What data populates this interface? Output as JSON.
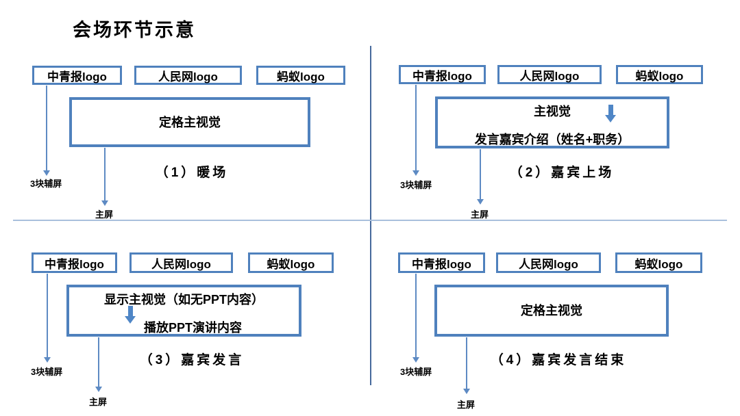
{
  "slide": {
    "title": "会场环节示意"
  },
  "logos": [
    "中青报logo",
    "人民网logo",
    "蚂蚁logo"
  ],
  "screen_labels": {
    "aux": "3块辅屏",
    "main": "主屏"
  },
  "quadrants": [
    {
      "caption": "（1）暖场",
      "box_lines": [
        "定格主视觉"
      ]
    },
    {
      "caption": "（2）嘉宾上场",
      "box_lines": [
        "主视觉",
        "发言嘉宾介绍（姓名+职务）"
      ]
    },
    {
      "caption": "（3）嘉宾发言",
      "box_lines": [
        "显示主视觉（如无PPT内容）",
        "播放PPT演讲内容"
      ]
    },
    {
      "caption": "（4）嘉宾发言结束",
      "box_lines": [
        "定格主视觉"
      ]
    }
  ],
  "colors": {
    "box_border": "#4f81bd",
    "thin_arrow": "#5d8ac3",
    "block_arrow": "#4f86c6",
    "divider_vertical": "#46699b",
    "divider_horizontal": "#a8bfdc",
    "text": "#000000"
  }
}
